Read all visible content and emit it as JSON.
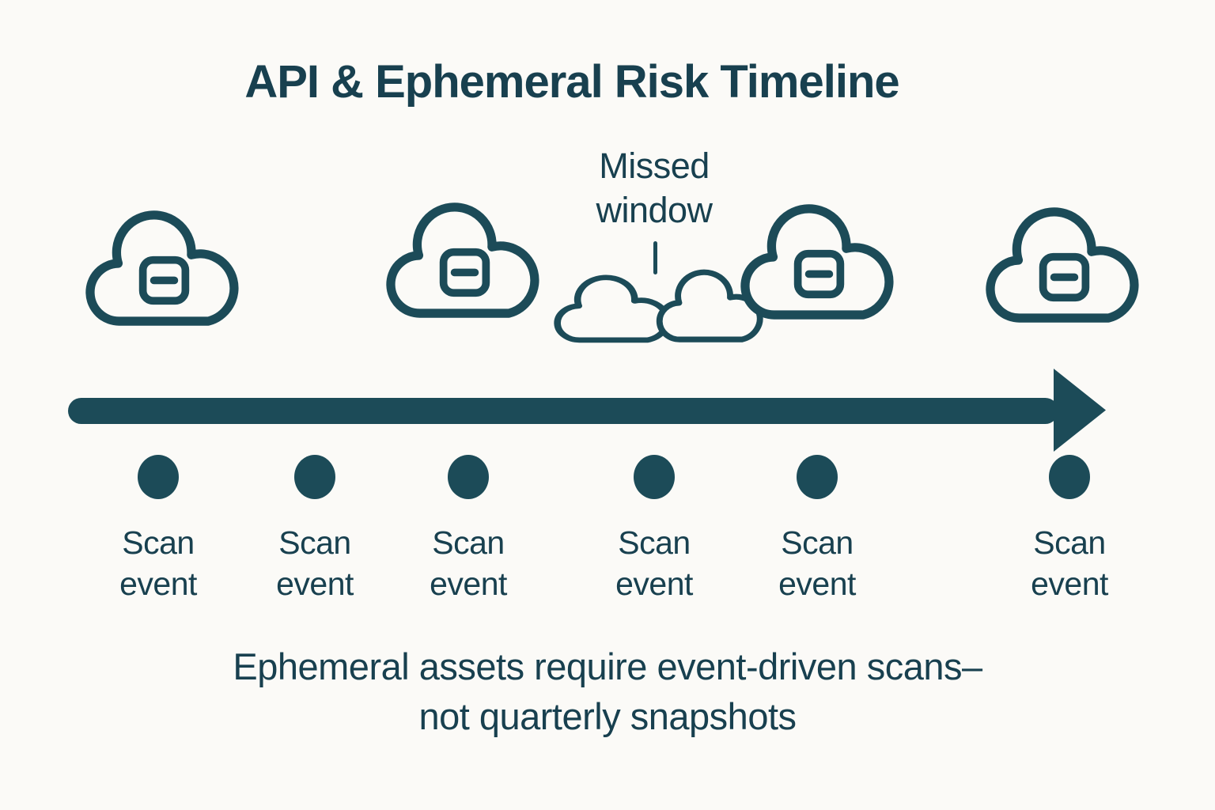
{
  "title": {
    "text": "API & Ephemeral Risk Timeline"
  },
  "annotation": {
    "label": "Missed window"
  },
  "clouds": {
    "large_icon": "cloud-with-minus-square-icon",
    "small_icon": "small-cloud-icon",
    "large_count": 4,
    "small_count": 2
  },
  "timeline": {
    "events": [
      {
        "label": "Scan event"
      },
      {
        "label": "Scan event"
      },
      {
        "label": "Scan event"
      },
      {
        "label": "Scan event"
      },
      {
        "label": "Scan event"
      },
      {
        "label": "Scan event"
      }
    ]
  },
  "caption": {
    "lines": [
      "Ephemeral assets require event-driven scans–",
      "not quarterly snapshots"
    ]
  },
  "colors": {
    "accent": "#1c4b58",
    "text": "#18404f",
    "background": "#fbfaf7"
  }
}
